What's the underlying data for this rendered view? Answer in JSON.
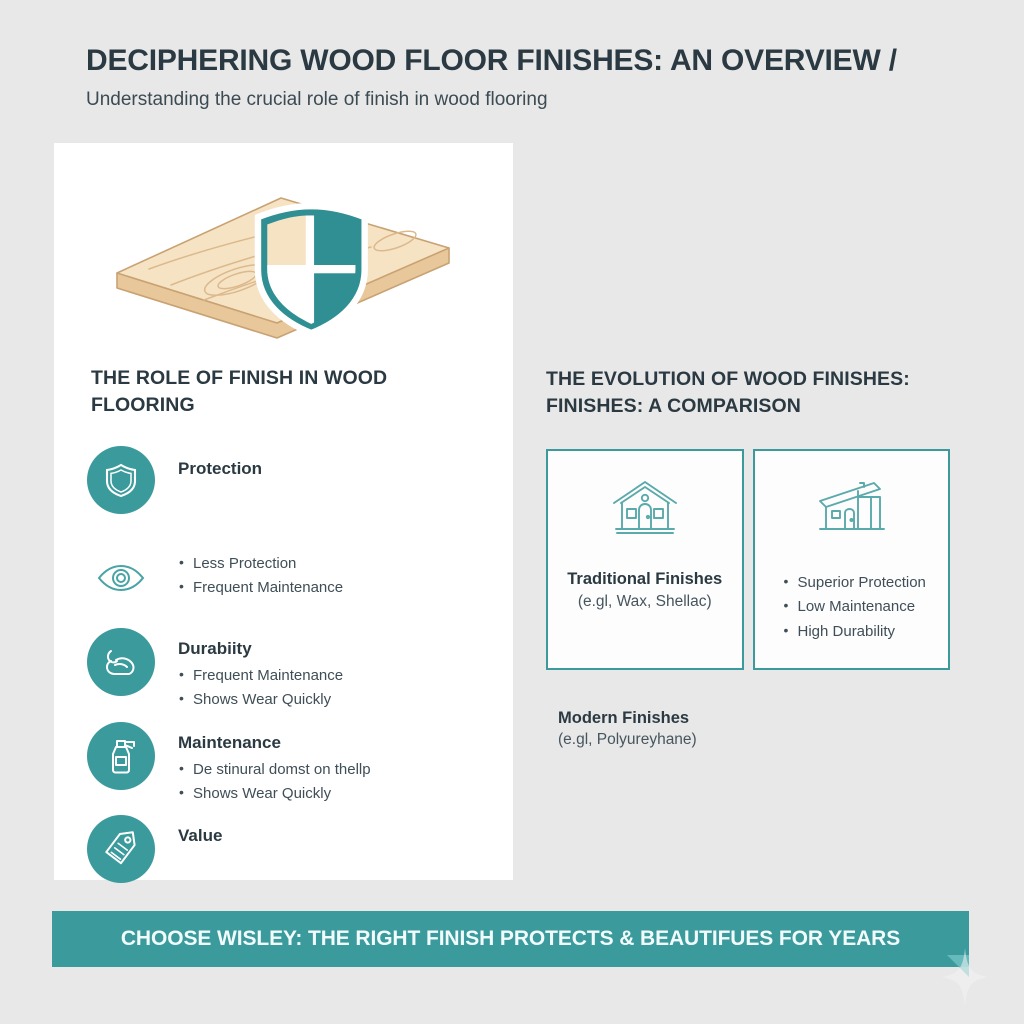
{
  "header": {
    "title": "DECIPHERING WOOD FLOOR FINISHES: AN OVERVIEW /",
    "subtitle": "Understanding the crucial role of finish in wood flooring"
  },
  "hero": {
    "icon_plank": "wood-plank-illustration",
    "icon_shield": "protection-shield-icon"
  },
  "left_column": {
    "heading": "THE ROLE OF FINISH IN WOOD FLOORING",
    "features": [
      {
        "icon": "shield-icon",
        "title": "Protection",
        "bullets": []
      },
      {
        "icon": "eye-icon",
        "title": "",
        "bullets": [
          "Less Protection",
          "Frequent Maintenance"
        ]
      },
      {
        "icon": "muscle-arm-icon",
        "title": "Durabiity",
        "bullets": [
          "Frequent Maintenance",
          "Shows Wear Quickly"
        ]
      },
      {
        "icon": "spray-bottle-icon",
        "title": "Maintenance",
        "bullets": [
          "De stinural domst on thellp",
          "Shows Wear Quickly"
        ]
      },
      {
        "icon": "price-tag-icon",
        "title": "Value",
        "bullets": []
      }
    ]
  },
  "right_column": {
    "heading": "THE EVOLUTION OF WOOD FINISHES: FINISHES: A COMPARISON",
    "cards": [
      {
        "icon": "traditional-house-icon",
        "title": "Traditional Finishes",
        "subtitle": "(e.gl, Wax, Shellac)",
        "bullets": []
      },
      {
        "icon": "modern-house-icon",
        "title": "",
        "subtitle": "",
        "bullets": [
          "Superior Protection",
          "Low Maintenance",
          "High Durability"
        ]
      }
    ],
    "note": {
      "title": "Modern Finishes",
      "subtitle": "(e.gl, Polyureyhane)"
    }
  },
  "banner": {
    "text": "CHOOSE WISLEY: THE RIGHT FINISH PROTECTS & BEAUTIFUES FOR YEARS",
    "decoration": "sparkle-icon"
  },
  "colors": {
    "background": "#e8e8e8",
    "card": "#ffffff",
    "teal": "#3a9a9c",
    "ink": "#2b3a42",
    "wood": "#f2dcb9"
  }
}
